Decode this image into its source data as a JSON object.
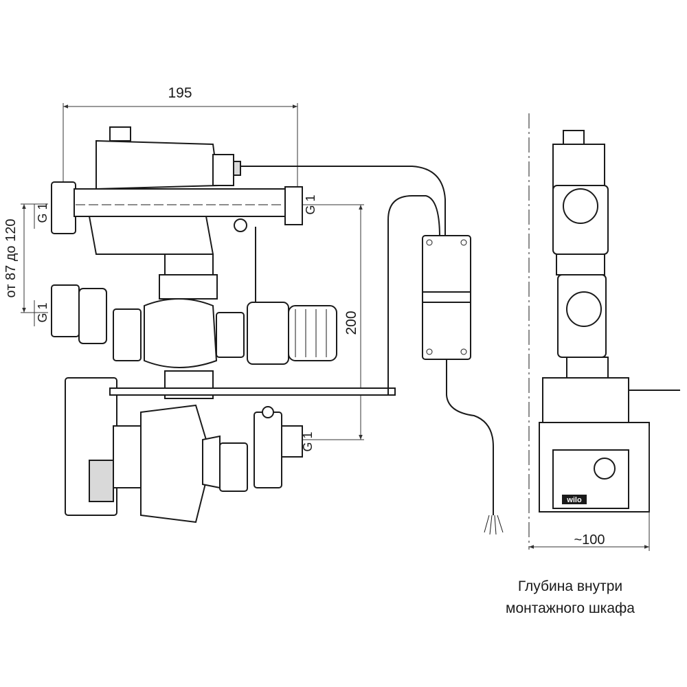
{
  "dimensions": {
    "width_top": "195",
    "thread_label": "G 1",
    "height_range": "от 87 до 120",
    "height_pipe": "200",
    "depth": "~100"
  },
  "caption": {
    "line1": "Глубина внутри",
    "line2": "монтажного шкафа"
  },
  "logo": "wilo"
}
